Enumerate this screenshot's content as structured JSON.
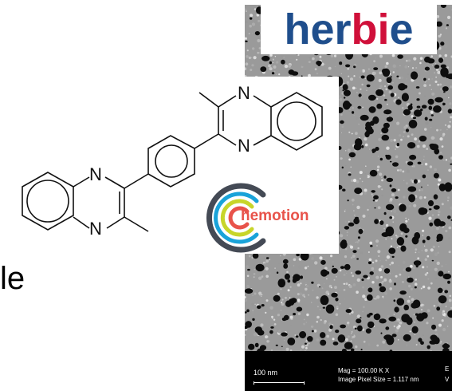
{
  "logos": {
    "herbie": {
      "part1": "her",
      "part2": "bi",
      "part3": "e",
      "color_main": "#1f4e8c",
      "color_accent": "#d0103a"
    },
    "chemotion": {
      "text": "hemotion",
      "ring_colors": [
        "#444a55",
        "#1aa3d9",
        "#c8d52a",
        "#e8534a"
      ]
    }
  },
  "molecule": {
    "atoms": [
      "N",
      "N",
      "N",
      "N"
    ]
  },
  "side_text": "le",
  "sem": {
    "scale_label": "100 nm",
    "mag_line": "Mag =  100.00 K X",
    "pixel_line": "Image Pixel Size = 1.117 nm",
    "edge_letters": [
      "E",
      "V"
    ]
  }
}
